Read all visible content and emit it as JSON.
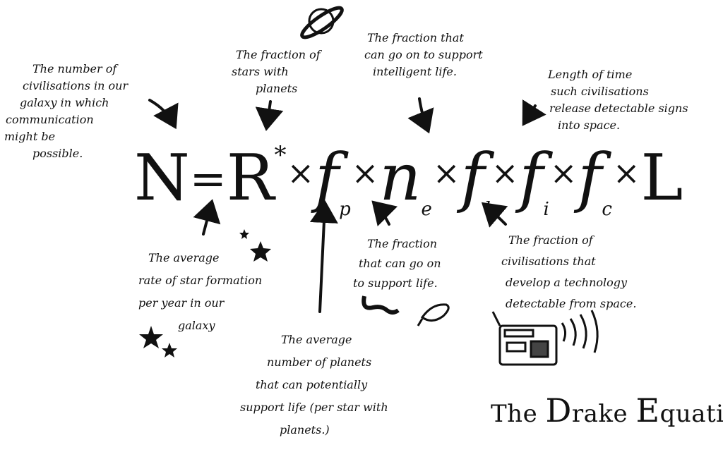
{
  "equation": {
    "n": "N",
    "eq": "=",
    "r": "R",
    "star": "*",
    "times": "×",
    "f": "f",
    "n_e": "n",
    "sub_p": "p",
    "sub_e": "e",
    "sub_l": "l",
    "sub_i": "i",
    "sub_c": "c",
    "l": "L"
  },
  "notes": {
    "n": [
      "The number of",
      "civilisations in our",
      "galaxy in which",
      "communication",
      "might be",
      "possible."
    ],
    "fp": [
      "The fraction of",
      "stars with",
      "planets"
    ],
    "fl_top": [
      "The fraction that",
      "can go on to support",
      "intelligent life."
    ],
    "l": [
      "Length of time",
      "such civilisations",
      "release detectable signs",
      "into space."
    ],
    "r": [
      "The average",
      "rate of star formation",
      "per year in our",
      "galaxy"
    ],
    "ne": [
      "The average",
      "number of planets",
      "that can potentially",
      "support life (per star with",
      "planets.)"
    ],
    "fl_bottom": [
      "The fraction",
      "that can go on",
      "to support life."
    ],
    "fc": [
      "The fraction of",
      "civilisations that",
      "develop a technology",
      "detectable from space."
    ]
  },
  "title": {
    "the": "The",
    "d": "D",
    "rake": "rake",
    "e": "E",
    "quation": "quation."
  }
}
